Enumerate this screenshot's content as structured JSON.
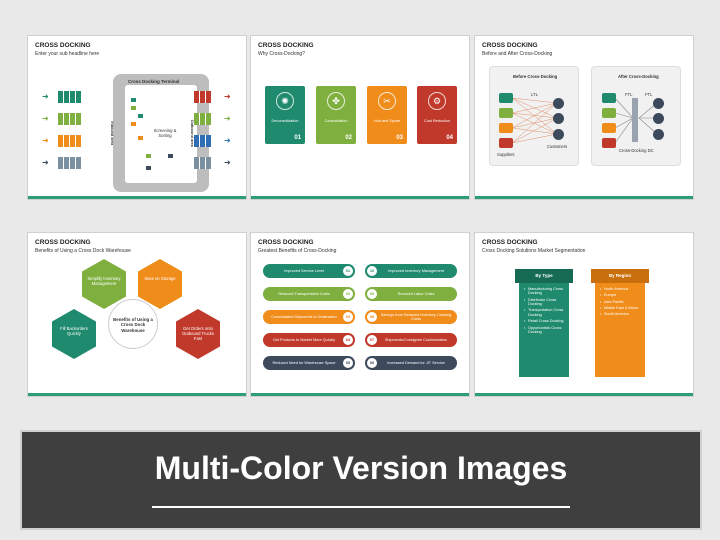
{
  "slides": {
    "s1": {
      "title": "CROSS DOCKING",
      "subtitle": "Enter your sub headline here",
      "terminal_label": "Cross Docking Terminal",
      "inbound_label": "Inbound area",
      "outbound_label": "Outbound area",
      "center_text": "Screening & Sorting"
    },
    "s2": {
      "title": "CROSS DOCKING",
      "subtitle": "Why Cross-Docking?",
      "cards": [
        {
          "label": "Deconsolidation",
          "num": "01",
          "color": "#1f8a6e",
          "icon": "network-icon"
        },
        {
          "label": "Consolidation",
          "num": "02",
          "color": "#7fb03f",
          "icon": "merge-icon"
        },
        {
          "label": "Hub and Spoke",
          "num": "03",
          "color": "#f08c1a",
          "icon": "hub-icon"
        },
        {
          "label": "Cost Reduction",
          "num": "04",
          "color": "#c0392b",
          "icon": "chart-down-icon"
        }
      ]
    },
    "s3": {
      "title": "CROSS DOCKING",
      "subtitle": "Before and After Cross-Docking",
      "before_title": "Before Cross-Docking",
      "after_title": "After Cross-Docking",
      "ltl": "LTL",
      "ftl1": "FTL",
      "ftl2": "FTL",
      "suppliers": "Suppliers",
      "customers": "Customers",
      "dc": "Cross-Docking DC"
    },
    "s4": {
      "title": "CROSS DOCKING",
      "subtitle": "Benefits of Using a Cross Dock Warehouse",
      "center": "Benefits of Using a Cross Dock Warehouse",
      "hexes": [
        {
          "label": "Simplify Inventory Management",
          "color": "#7fb03f"
        },
        {
          "label": "Save on Storage",
          "color": "#f08c1a"
        },
        {
          "label": "Get Orders onto Outbound Trucks Fast",
          "color": "#c0392b"
        },
        {
          "label": "Fill Backorders Quickly",
          "color": "#1f8a6e"
        }
      ]
    },
    "s5": {
      "title": "CROSS DOCKING",
      "subtitle": "Greatest Benefits of Cross-Docking",
      "left": [
        {
          "label": "Improved Service Level",
          "num": "01",
          "color": "#1f8a6e"
        },
        {
          "label": "Reduced Transportation Costs",
          "num": "02",
          "color": "#7fb03f"
        },
        {
          "label": "Consolidated Shipments to Destination",
          "num": "03",
          "color": "#f08c1a"
        },
        {
          "label": "Get Products to Market More Quickly",
          "num": "04",
          "color": "#c0392b"
        },
        {
          "label": "Reduced Need for Warehouse Space",
          "num": "05",
          "color": "#3c4a5c"
        }
      ],
      "right": [
        {
          "label": "Improved Inventory Management",
          "num": "10",
          "color": "#1f8a6e"
        },
        {
          "label": "Reduced Labor Costs",
          "num": "09",
          "color": "#7fb03f"
        },
        {
          "label": "Savings from Reduced Inventory Carrying Costs",
          "num": "08",
          "color": "#f08c1a"
        },
        {
          "label": "Shipments/Consignee Customization",
          "num": "07",
          "color": "#c0392b"
        },
        {
          "label": "Increased Demand for JIT Service",
          "num": "06",
          "color": "#3c4a5c"
        }
      ]
    },
    "s6": {
      "title": "CROSS DOCKING",
      "subtitle": "Cross Docking Solutions Market Segmentation",
      "by_type": {
        "head": "By Type",
        "color": "#1f8a6e",
        "items": [
          "Manufacturing Cross Docking",
          "Distributor Cross Docking",
          "Transportation Cross Docking",
          "Retail Cross Docking",
          "Opportunistic Cross Docking"
        ]
      },
      "by_region": {
        "head": "By Region",
        "color": "#f08c1a",
        "items": [
          "North America",
          "Europe",
          "Asia Pacific",
          "Middle East & Africa",
          "South America"
        ]
      }
    }
  },
  "banner": {
    "title": "Multi-Color Version Images"
  }
}
